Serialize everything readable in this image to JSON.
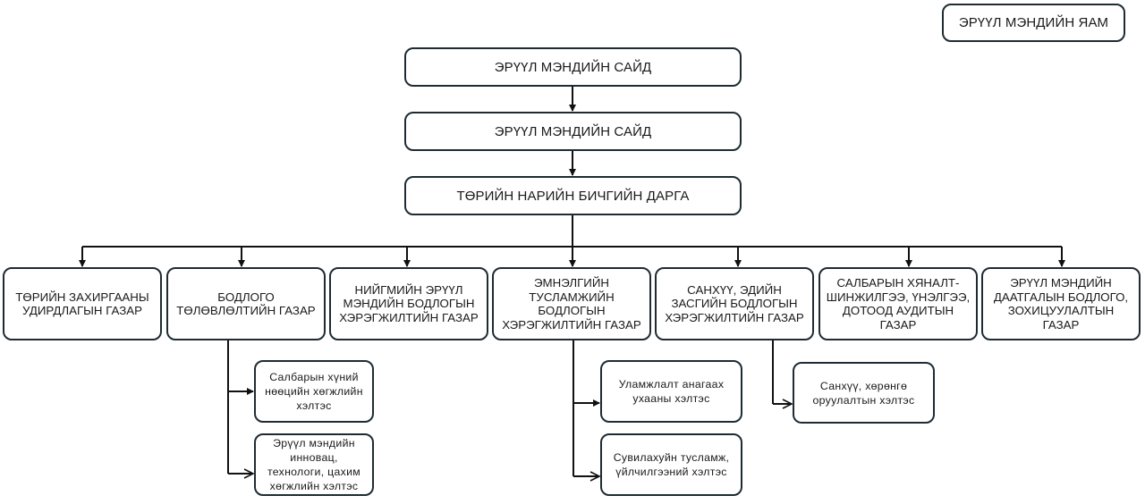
{
  "title_badge": "ЭРҮҮЛ МЭНДИЙН ЯАМ",
  "top_chain": [
    "ЭРҮҮЛ МЭНДИЙН САЙД",
    "ЭРҮҮЛ МЭНДИЙН САЙД",
    "ТӨРИЙН НАРИЙН БИЧГИЙН ДАРГА"
  ],
  "departments": [
    "ТӨРИЙН ЗАХИРГААНЫ УДИРДЛАГЫН ГАЗАР",
    "БОДЛОГО ТӨЛӨВЛӨЛТИЙН ГАЗАР",
    "НИЙГМИЙН ЭРҮҮЛ МЭНДИЙН БОДЛОГЫН ХЭРЭГЖИЛТИЙН ГАЗАР",
    "ЭМНЭЛГИЙН ТУСЛАМЖИЙН БОДЛОГЫН ХЭРЭГЖИЛТИЙН ГАЗАР",
    "САНХҮҮ, ЭДИЙН ЗАСГИЙН БОДЛОГЫН ХЭРЭГЖИЛТИЙН ГАЗАР",
    "САЛБАРЫН ХЯНАЛТ-ШИНЖИЛГЭЭ, ҮНЭЛГЭЭ, ДОТООД АУДИТЫН ГАЗАР",
    "ЭРҮҮЛ МЭНДИЙН ДААТГАЛЫН БОДЛОГО, ЗОХИЦУУЛАЛТЫН ГАЗАР"
  ],
  "sub_units": {
    "policy_planning": [
      "Салбарын хүний нөөцийн хөгжлийн хэлтэс",
      "Эрүүл мэндийн инновац, технологи, цахим хөгжлийн хэлтэс"
    ],
    "medical_care": [
      "Уламжлалт анагаах ухааны хэлтэс",
      "Сувилахуйн тусламж, үйлчилгээний хэлтэс"
    ],
    "finance": [
      "Санхүү, хөрөнгө оруулалтын хэлтэс"
    ]
  }
}
